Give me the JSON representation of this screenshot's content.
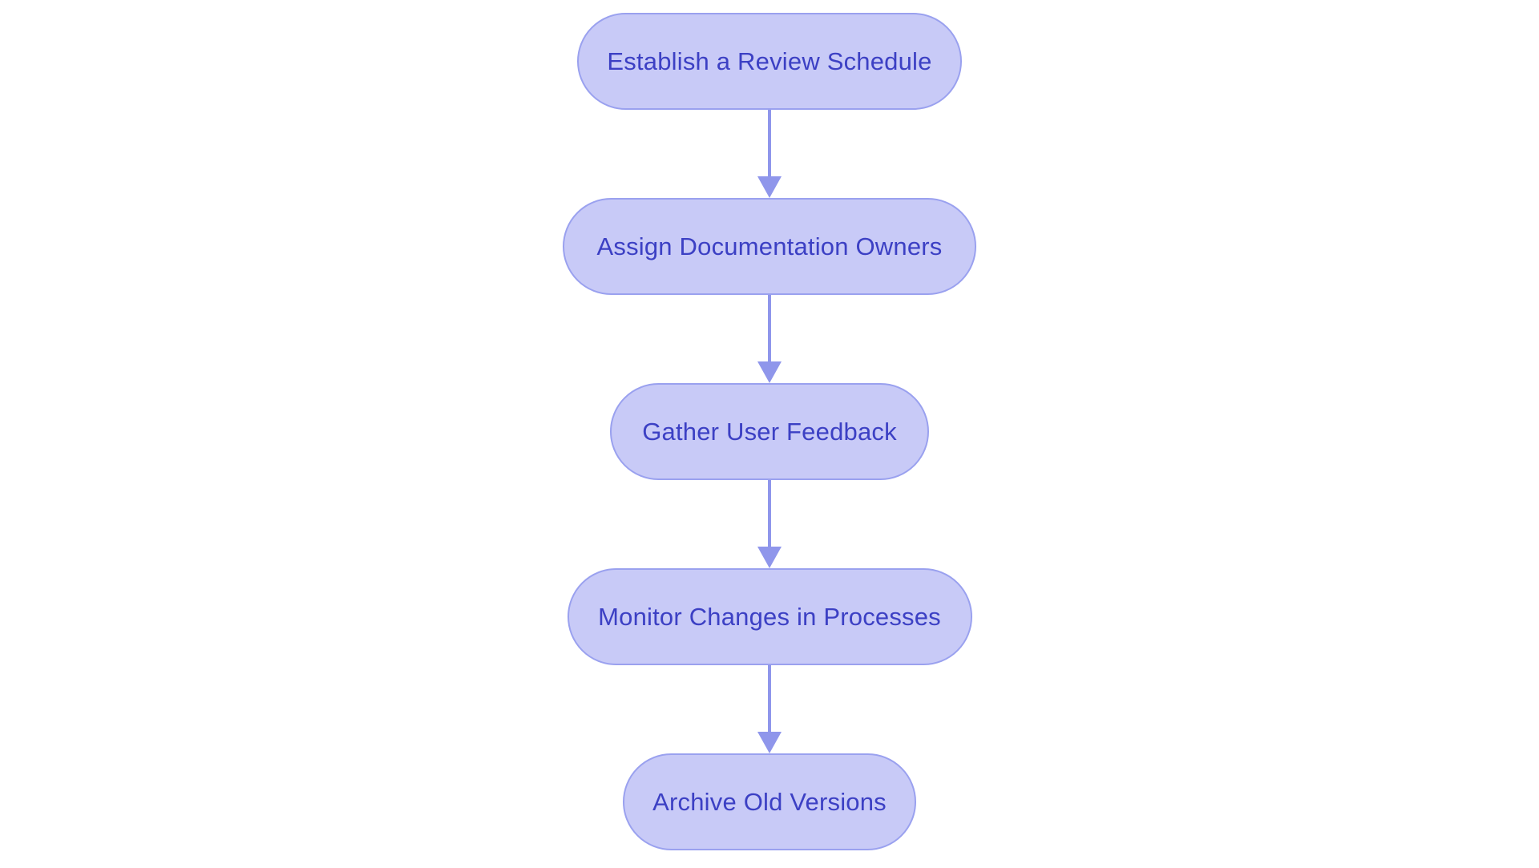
{
  "diagram": {
    "type": "flowchart",
    "direction": "top-down",
    "steps": [
      {
        "label": "Establish a Review Schedule"
      },
      {
        "label": "Assign Documentation Owners"
      },
      {
        "label": "Gather User Feedback"
      },
      {
        "label": "Monitor Changes in Processes"
      },
      {
        "label": "Archive Old Versions"
      }
    ],
    "connector": "arrow-down",
    "colors": {
      "background": "#ffffff",
      "node_fill": "#c8caf7",
      "node_border": "#9aa1ef",
      "node_text": "#3c40c4",
      "arrow": "#8f96eb"
    }
  }
}
